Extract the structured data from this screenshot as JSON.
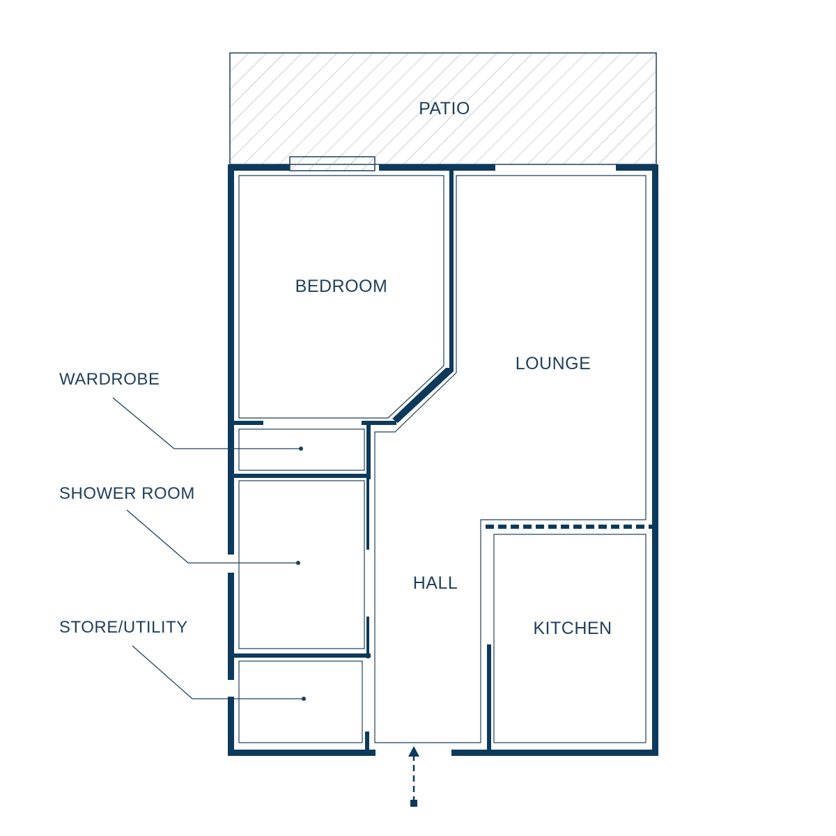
{
  "colors": {
    "wall": "#0d3a5c",
    "line": "#1d3f5c",
    "background": "#ffffff"
  },
  "rooms": {
    "patio": "PATIO",
    "bedroom": "BEDROOM",
    "lounge": "LOUNGE",
    "hall": "HALL",
    "kitchen": "KITCHEN"
  },
  "callouts": {
    "wardrobe": "WARDROBE",
    "shower_room": "SHOWER ROOM",
    "store_utility": "STORE/UTILITY"
  },
  "icons": {
    "entrance": "entrance-arrow-icon"
  }
}
